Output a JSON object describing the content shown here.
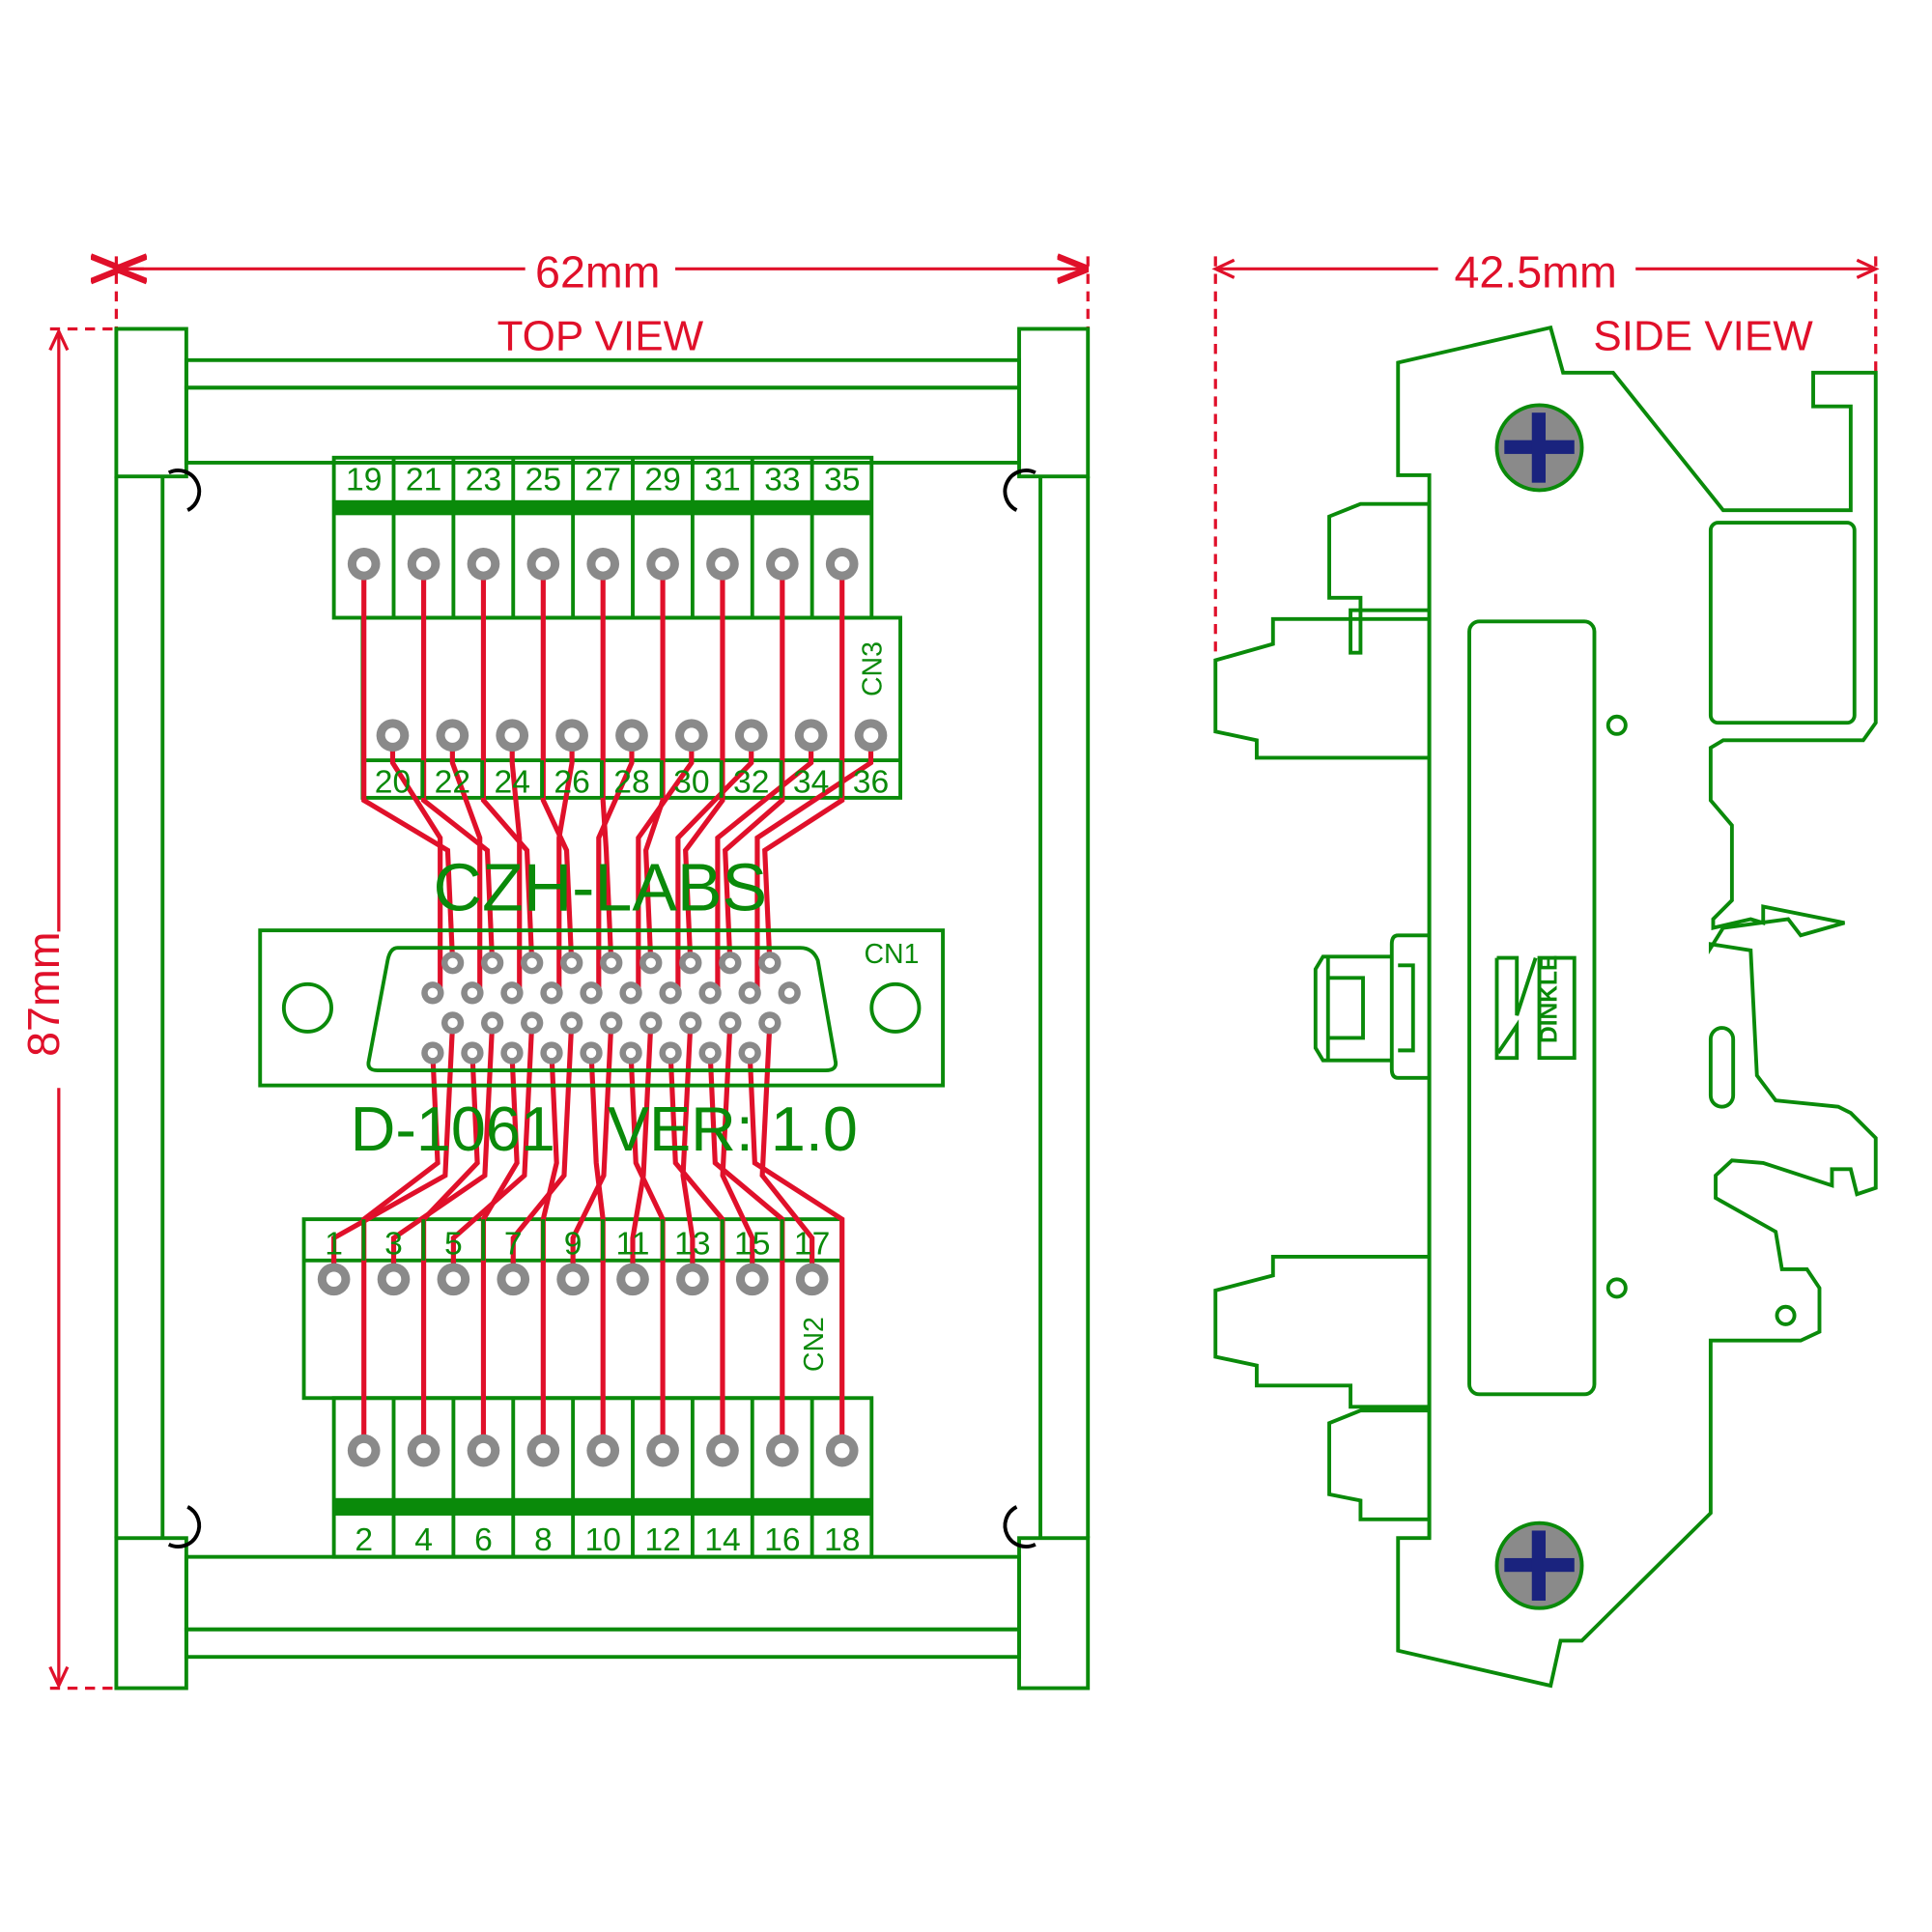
{
  "dimensions": {
    "width": "62mm",
    "height": "87mm",
    "depth": "42.5mm"
  },
  "views": {
    "top": "TOP VIEW",
    "side": "SIDE VIEW"
  },
  "board": {
    "brand": "CZH-LABS",
    "model": "D-1061   VER: 1.0"
  },
  "connectors": {
    "cn1": "CN1",
    "cn2": "CN2",
    "cn3": "CN3",
    "cn3_top_pins": [
      "19",
      "21",
      "23",
      "25",
      "27",
      "29",
      "31",
      "33",
      "35"
    ],
    "cn3_bottom_pins": [
      "20",
      "22",
      "24",
      "26",
      "28",
      "30",
      "32",
      "34",
      "36"
    ],
    "cn2_top_pins": [
      "1",
      "3",
      "5",
      "7",
      "9",
      "11",
      "13",
      "15",
      "17"
    ],
    "cn2_bottom_pins": [
      "2",
      "4",
      "6",
      "8",
      "10",
      "12",
      "14",
      "16",
      "18"
    ]
  },
  "side_logo": "DINKLE",
  "colors": {
    "outline": "#0a8a0a",
    "dimension": "#e0102a",
    "trace": "#e0102a",
    "pad": "#8a8a8a",
    "screw": "#1a237e"
  }
}
